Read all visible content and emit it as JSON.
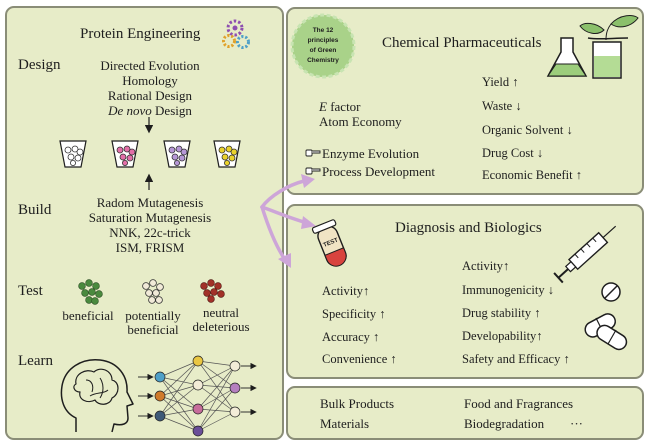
{
  "protein": {
    "title": "Protein Engineering",
    "stages": {
      "design": "Design",
      "build": "Build",
      "test": "Test",
      "learn": "Learn"
    },
    "design_methods": [
      "Directed Evolution",
      "Homology",
      "Rational Design"
    ],
    "design_denovo": "De novo",
    "design_denovo_suffix": " Design",
    "build_methods": [
      "Radom Mutagenesis",
      "Saturation Mutagenesis",
      "NNK, 22c-trick",
      "ISM, FRISM"
    ],
    "test_labels": {
      "beneficial": "beneficial",
      "potentially_1": "potentially",
      "potentially_2": "beneficial",
      "neutral_1": "neutral",
      "neutral_2": "deleterious"
    }
  },
  "chem": {
    "title": "Chemical Pharmaceuticals",
    "badge": [
      "The 12",
      "principles",
      "of Green",
      "Chemistry"
    ],
    "efactor_e": "E",
    "efactor_rest": " factor",
    "atom_economy": "Atom Economy",
    "enzyme_evolution": "Enzyme Evolution",
    "process_development": "Process Development",
    "outcomes": [
      {
        "label": "Yield",
        "arrow": "↑"
      },
      {
        "label": "Waste",
        "arrow": "↓"
      },
      {
        "label": "Organic Solvent",
        "arrow": "↓"
      },
      {
        "label": "Drug Cost",
        "arrow": "↓"
      },
      {
        "label": "Economic Benefit",
        "arrow": "↑"
      }
    ]
  },
  "diag": {
    "title": "Diagnosis and Biologics",
    "tube_label": "TEST",
    "left": [
      {
        "label": "Activity",
        "arrow": "↑"
      },
      {
        "label": "Specificity",
        "arrow": "↑"
      },
      {
        "label": "Accuracy",
        "arrow": "↑"
      },
      {
        "label": "Convenience",
        "arrow": "↑"
      }
    ],
    "right": [
      {
        "label": "Activity",
        "arrow": "↑"
      },
      {
        "label": "Immunogenicity",
        "arrow": "↓"
      },
      {
        "label": "Drug stability",
        "arrow": "↑"
      },
      {
        "label": "Developability",
        "arrow": "↑"
      },
      {
        "label": "Safety and Efficacy",
        "arrow": "↑"
      }
    ]
  },
  "bulk": {
    "items": [
      "Bulk Products",
      "Materials",
      "Food and Fragrances",
      "Biodegradation"
    ],
    "ellipsis": "···"
  },
  "colors": {
    "panel_bg": "#e7ecc8",
    "panel_border": "#8a8d77",
    "connector": "#cda5d8",
    "beneficial": "#4a8a3e",
    "deleterious": "#a13128",
    "neutral": "#f1ead8"
  }
}
